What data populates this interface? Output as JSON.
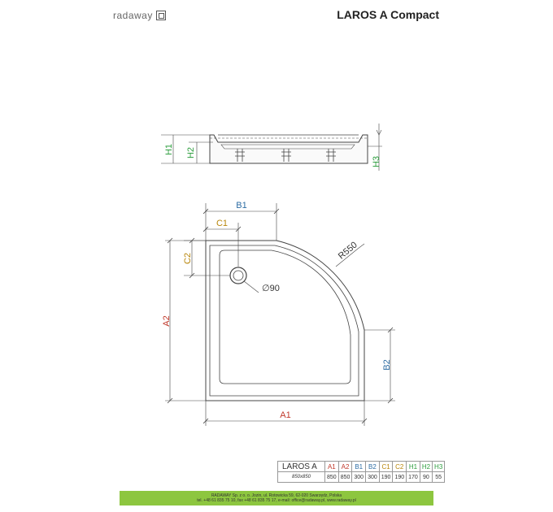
{
  "brand": {
    "logo_text": "radaway"
  },
  "title": "LAROS A Compact",
  "labels": {
    "h1": "H1",
    "h2": "H2",
    "h3": "H3",
    "b1": "B1",
    "c1": "C1",
    "c2": "C2",
    "r550": "R550",
    "d90": "∅90",
    "a2": "A2",
    "b2": "B2",
    "a1": "A1"
  },
  "colors": {
    "a": "#c0392b",
    "b": "#2e6da4",
    "c": "#b8860b",
    "h": "#2e9e3f",
    "footer": "#8dc63f"
  },
  "table": {
    "model": "LAROS A",
    "size": "850x850",
    "headers": [
      "A1",
      "A2",
      "B1",
      "B2",
      "C1",
      "C2",
      "H1",
      "H2",
      "H3"
    ],
    "values": [
      "850",
      "850",
      "300",
      "300",
      "190",
      "190",
      "170",
      "90",
      "55"
    ]
  },
  "footer": {
    "line1": "RADAWAY Sp. z o. o. Jozin, ul. Rotowicka 59, 62-020 Swarzędz, Polska",
    "line2": "tel. +48 61 835 75 10, fax +48 61 835 75 17, e-mail: office@radaway.pl, www.radaway.pl"
  }
}
